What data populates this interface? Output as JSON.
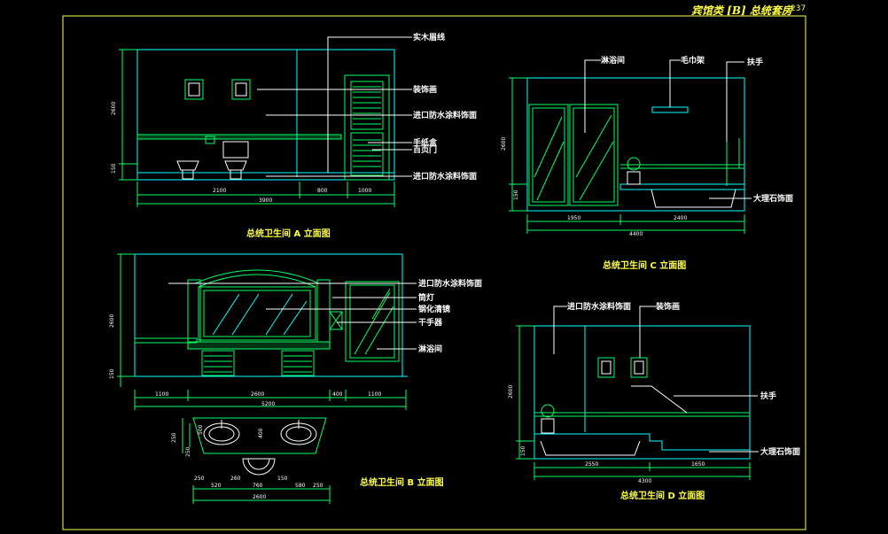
{
  "header": {
    "title": "宾馆类 [B] 总统套房",
    "page": "237"
  },
  "views": {
    "a": {
      "title": "总统卫生间 A 立面图",
      "labels": [
        "实木眉线",
        "装饰画",
        "进口防水涂料饰面",
        "手纸盒",
        "百页门",
        "进口防水涂料饰面"
      ],
      "dims": {
        "h1": "2600",
        "h2": "150",
        "w1": "2100",
        "w2": "800",
        "w3": "1000",
        "total": "3900"
      }
    },
    "b": {
      "title": "总统卫生间 B 立面图",
      "labels": [
        "进口防水涂料饰面",
        "筒灯",
        "钢化清镜",
        "干手器",
        "淋浴间"
      ],
      "dims": {
        "h1": "2600",
        "h2": "150",
        "w1": "1100",
        "w2": "2600",
        "w3": "400",
        "w4": "1100",
        "total": "5200"
      }
    },
    "plan": {
      "dims": {
        "d1": "250",
        "d2": "500",
        "d3": "400",
        "d4": "250",
        "d5": "520",
        "d6": "260",
        "d7": "760",
        "d8": "150",
        "d9": "580",
        "d10": "250",
        "total": "2600"
      }
    },
    "c": {
      "title": "总统卫生间 C 立面图",
      "labels": [
        "淋浴间",
        "毛巾架",
        "扶手",
        "大理石饰面"
      ],
      "dims": {
        "h1": "2600",
        "h2": "150",
        "w1": "1950",
        "w2": "2400",
        "total": "4400"
      }
    },
    "d": {
      "title": "总统卫生间 D 立面图",
      "labels": [
        "进口防水涂料饰面",
        "装饰画",
        "扶手",
        "大理石饰面"
      ],
      "dims": {
        "h1": "2600",
        "h2": "150",
        "w1": "2550",
        "w2": "1650",
        "total": "4300"
      }
    }
  }
}
